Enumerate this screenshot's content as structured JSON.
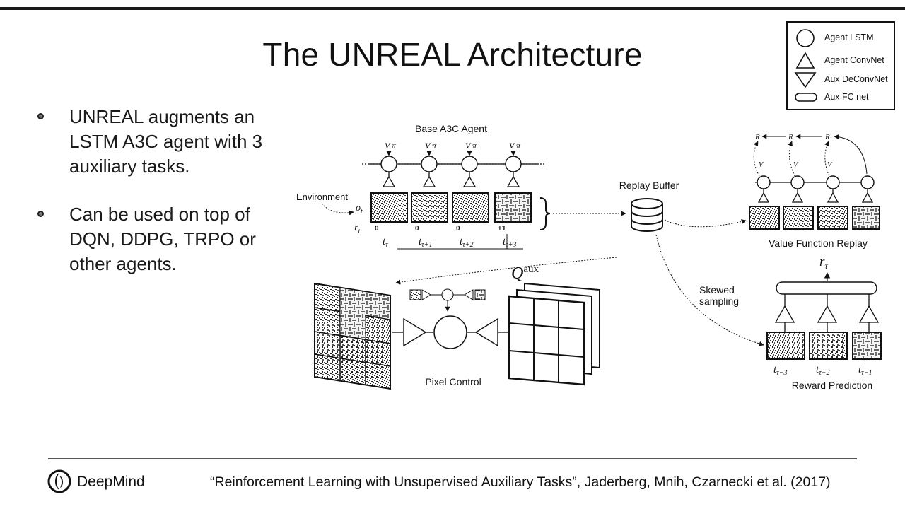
{
  "title": "The UNREAL Architecture",
  "bullets": [
    "UNREAL augments an LSTM A3C agent with 3 auxiliary tasks.",
    "Can be used on top of DQN, DDPG, TRPO or other agents."
  ],
  "legend": {
    "agent_lstm": "Agent LSTM",
    "agent_convnet": "Agent ConvNet",
    "aux_deconvnet": "Aux DeConvNet",
    "aux_fc_net": "Aux FC net"
  },
  "diagram": {
    "base_agent_label": "Base A3C Agent",
    "policy_labels": [
      "V π",
      "V π",
      "V π",
      "V π"
    ],
    "environment_label": "Environment",
    "obs_label": "o",
    "obs_sub": "t",
    "reward_label": "r",
    "reward_sub": "t",
    "reward_values": [
      "0",
      "0",
      "0",
      "+1"
    ],
    "time_labels": [
      {
        "base": "t",
        "sub": "τ"
      },
      {
        "base": "t",
        "sub": "τ+1"
      },
      {
        "base": "t",
        "sub": "τ+2"
      },
      {
        "base": "t",
        "sub": "τ+3"
      }
    ],
    "replay_buffer_label": "Replay Buffer",
    "value_function_replay_label": "Value Function Replay",
    "vfr_r_labels": [
      "R",
      "R",
      "R"
    ],
    "vfr_v_labels": [
      "V",
      "V",
      "V"
    ],
    "skewed_sampling_label": [
      "Skewed",
      "sampling"
    ],
    "r_tau": {
      "base": "r",
      "sub": "τ"
    },
    "reward_time_labels": [
      {
        "base": "t",
        "sub": "τ−3"
      },
      {
        "base": "t",
        "sub": "τ−2"
      },
      {
        "base": "t",
        "sub": "τ−1"
      }
    ],
    "reward_prediction_label": "Reward Prediction",
    "q_aux": {
      "base": "Q",
      "sup": "aux"
    },
    "pixel_control_label": "Pixel Control"
  },
  "footer": {
    "logo_text": "DeepMind",
    "citation": "“Reinforcement Learning with Unsupervised Auxiliary Tasks”, Jaderberg, Mnih, Czarnecki et al. (2017)"
  }
}
